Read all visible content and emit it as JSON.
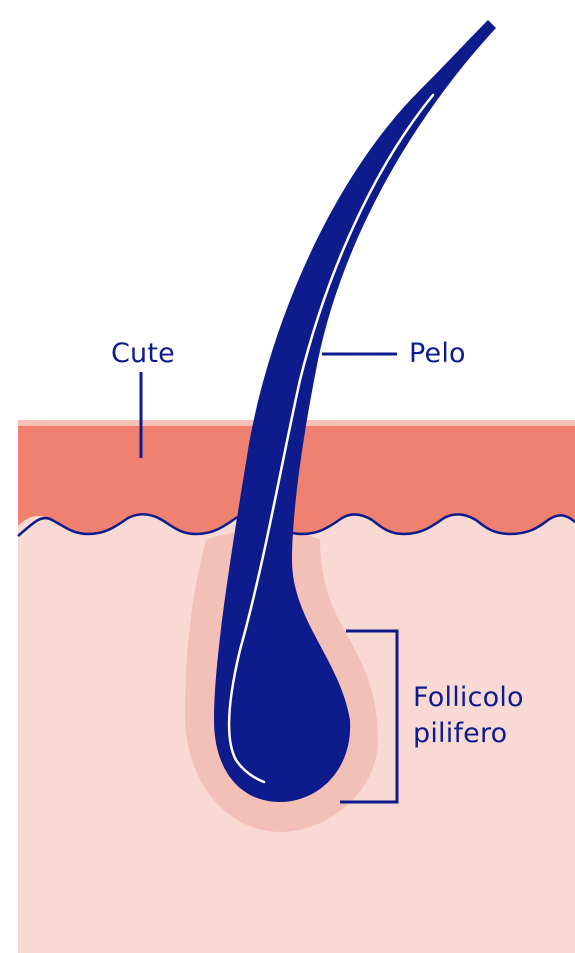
{
  "labels": {
    "skin": "Cute",
    "hair": "Pelo",
    "follicle_line1": "Follicolo",
    "follicle_line2": "pilifero"
  },
  "colors": {
    "background": "#ffffff",
    "dermis": "#f9d9d4",
    "epidermis_top": "#f7c1b7",
    "epidermis": "#f08070",
    "follicle_sheath": "#f3c0b8",
    "hair": "#0d1b8c",
    "hair_highlight": "#ffffff",
    "label_text": "#0d1b8c"
  }
}
